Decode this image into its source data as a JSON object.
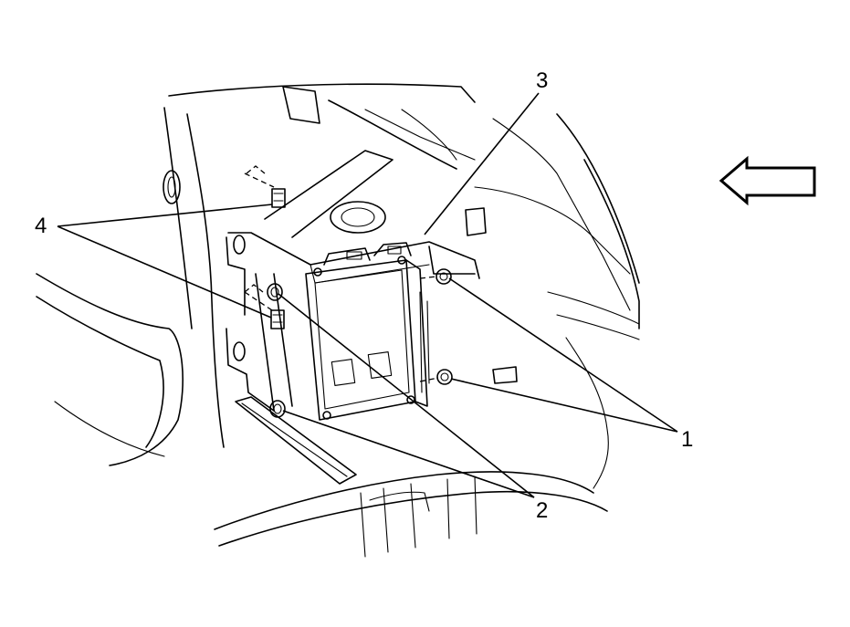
{
  "callouts": [
    {
      "id": "1",
      "label": "1"
    },
    {
      "id": "2",
      "label": "2"
    },
    {
      "id": "3",
      "label": "3"
    },
    {
      "id": "4",
      "label": "4"
    }
  ],
  "icons": {
    "direction_arrow": "left-arrow-icon"
  },
  "colors": {
    "line": "#000000",
    "background": "#ffffff"
  }
}
